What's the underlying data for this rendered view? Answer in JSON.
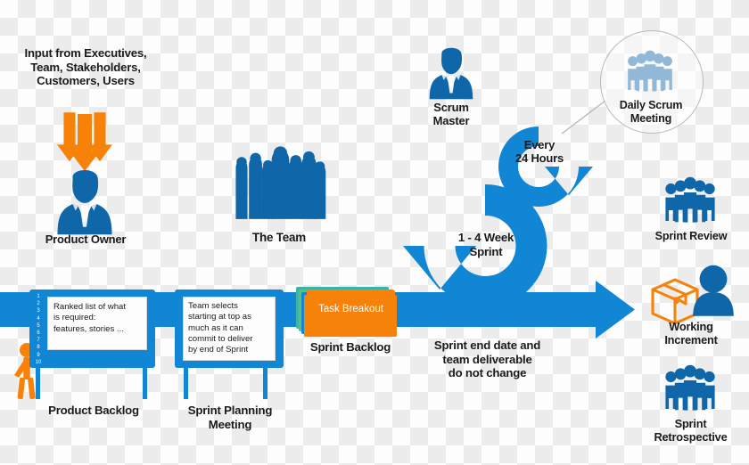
{
  "diagram": {
    "title": "Scrum Process Framework Diagram",
    "colors": {
      "process_blue": "#1186d5",
      "icon_blue": "#0f66a8",
      "accent_orange": "#f7820a",
      "text_dark": "#1b1b1b",
      "card_white": "#fdfdfd",
      "stack_teal": "#3bb3a6",
      "stack_green": "#5fbf7a",
      "stack_blue": "#1186d5",
      "magnifier_line": "#b9b9b9"
    }
  },
  "inputs": {
    "heading": "Input from Executives,\nTeam, Stakeholders,\nCustomers, Users",
    "arrows_icon": "three-down-arrows-icon",
    "arrow_count": 3
  },
  "roles": {
    "product_owner": {
      "label": "Product Owner",
      "icon": "businessman-silhouette-icon"
    },
    "team": {
      "label": "The Team",
      "icon": "team-group-silhouette-icon"
    },
    "scrum_master": {
      "label": "Scrum\nMaster",
      "icon": "businessman-silhouette-icon"
    }
  },
  "artifacts": {
    "product_backlog": {
      "label": "Product Backlog",
      "body": "Ranked list of what is required: features, stories ...",
      "body_lines": [
        "Ranked list of what",
        "is required:",
        "features, stories ..."
      ],
      "numbers": [
        "1",
        "2",
        "3",
        "4",
        "5",
        "6",
        "7",
        "8",
        "9",
        "10"
      ],
      "presenter_icon": "presenter-stick-figure-icon",
      "board_icon": "whiteboard-icon"
    },
    "sprint_planning": {
      "label": "Sprint Planning\nMeeting",
      "body": "Team selects starting at top as much as it can commit to deliver by end of Sprint",
      "body_lines": [
        "Team selects",
        "starting at top as",
        "much as it can",
        "commit to deliver",
        "by end of Sprint"
      ],
      "board_icon": "whiteboard-icon"
    },
    "sprint_backlog": {
      "label": "Sprint Backlog",
      "card_label": "Task Breakout",
      "stack_icon": "stacked-cards-icon",
      "stack_layers": 4
    }
  },
  "cycles": {
    "daily": {
      "label": "Every\n24 Hours",
      "icon": "circular-arrow-loop-icon"
    },
    "sprint": {
      "label": "1 - 4 Week\nSprint",
      "icon": "circular-arrow-loop-icon"
    },
    "timeline_note": "Sprint end date and\nteam deliverable\ndo not change",
    "timeline_icon": "right-arrow-icon"
  },
  "events": {
    "daily_scrum": {
      "label": "Daily Scrum\nMeeting",
      "icon": "five-people-group-icon",
      "magnifier_icon": "magnifier-circle-icon"
    },
    "sprint_review": {
      "label": "Sprint Review",
      "icon": "five-people-group-icon"
    },
    "working_increment": {
      "label": "Working\nIncrement",
      "icon": "package-box-icon",
      "secondary_icon": "person-silhouette-icon"
    },
    "sprint_retrospective": {
      "label": "Sprint\nRetrospective",
      "icon": "five-people-group-icon"
    }
  }
}
